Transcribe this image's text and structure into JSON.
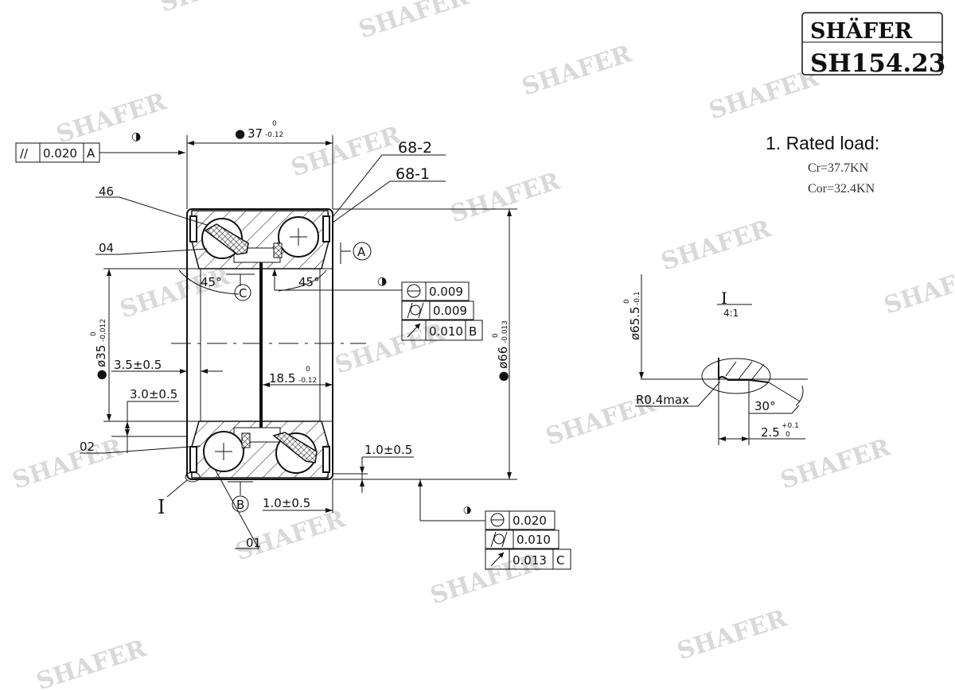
{
  "watermark": "SHAFER",
  "title_block": {
    "brand": "SHÄFER",
    "part_number": "SH154.23"
  },
  "notes": {
    "heading": "1. Rated load:",
    "cr": "Cr=37.7KN",
    "cor": "Cor=32.4KN"
  },
  "dimensions": {
    "width": {
      "symbol": "●",
      "nominal": "37",
      "upper": "0",
      "lower": "-0.12"
    },
    "bore": {
      "symbol": "●",
      "text": "ø35",
      "upper": "0",
      "lower": "-0.012"
    },
    "outer": {
      "symbol": "●",
      "text": "ø66",
      "upper": "0",
      "lower": "-0.013"
    },
    "inner_half": {
      "nominal": "18.5",
      "upper": "0",
      "lower": "-0.12"
    },
    "d_3_5": "3.5±0.5",
    "d_3_0": "3.0±0.5",
    "d_1_0_right": "1.0±0.5",
    "d_1_0_bottom": "1.0±0.5",
    "angle_left": "45°",
    "angle_right": "45°"
  },
  "part_labels": {
    "p46": "46",
    "p04": "04",
    "p02": "02",
    "p01": "01",
    "p68_1": "68-1",
    "p68_2": "68-2"
  },
  "datums": {
    "a": "A",
    "b": "B",
    "c": "C",
    "detail": "I"
  },
  "feature_controls": {
    "parallel": {
      "symbol": "//",
      "value": "0.020",
      "datum": "A"
    },
    "outer_group": [
      {
        "symbol": "roundness",
        "value": "0.009",
        "datum": ""
      },
      {
        "symbol": "cylindricity",
        "value": "0.009",
        "datum": ""
      },
      {
        "symbol": "runout",
        "value": "0.010",
        "datum": "B"
      }
    ],
    "bore_group": [
      {
        "symbol": "roundness",
        "value": "0.020",
        "datum": ""
      },
      {
        "symbol": "cylindricity",
        "value": "0.010",
        "datum": ""
      },
      {
        "symbol": "runout",
        "value": "0.013",
        "datum": "C"
      }
    ],
    "special_symbol": "◑"
  },
  "detail": {
    "label": "I",
    "scale": "4:1",
    "diameter": "ø65.5",
    "dia_upper": "0",
    "dia_lower": "-0.1",
    "radius": "R0.4max",
    "angle": "30°",
    "length": "2.5",
    "len_upper": "+0.1",
    "len_lower": "0"
  }
}
